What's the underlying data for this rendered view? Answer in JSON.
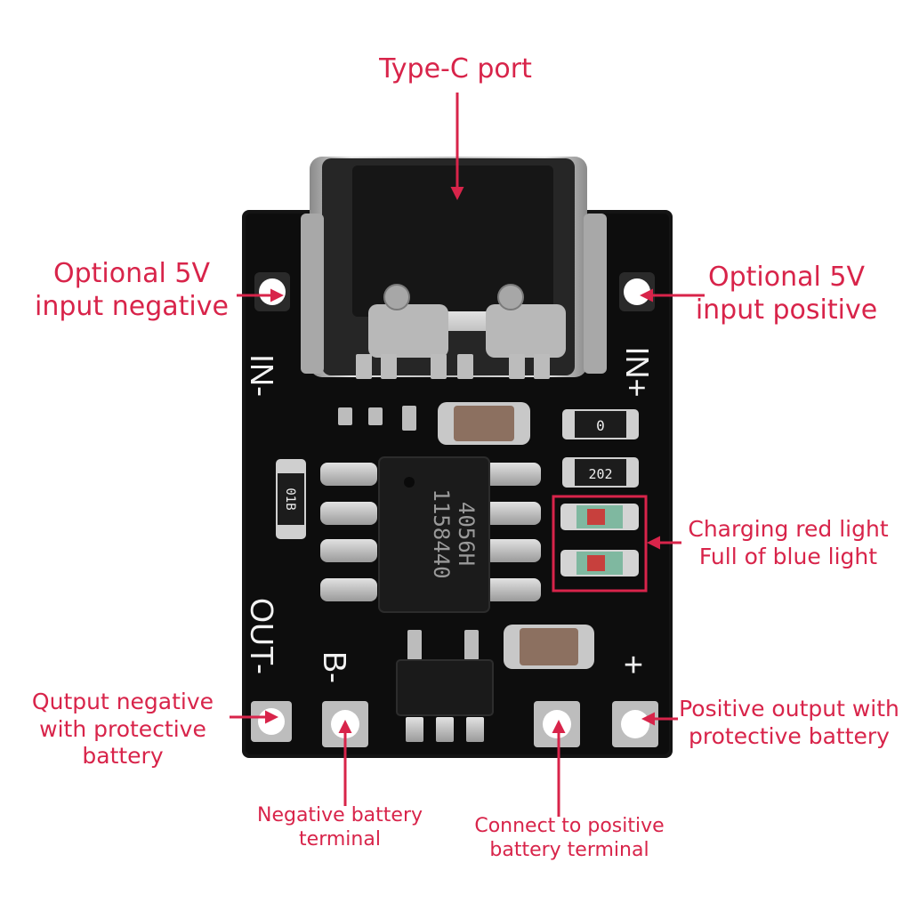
{
  "colors": {
    "annotation": "#d8244a",
    "pcb": "#111111",
    "silkscreen": "#f2f2f2",
    "metal": "#c8c8c8",
    "solder": "#b9b9b9"
  },
  "board": {
    "chip_line1": "4056H",
    "chip_line2": "1158440",
    "resistor_top": "0",
    "resistor_mid": "202",
    "resistor_left": "01B",
    "silk_in_minus": "IN-",
    "silk_in_plus": "IN+",
    "silk_out_minus": "OUT-",
    "silk_b_minus": "B-",
    "silk_plus": "+"
  },
  "annotations": {
    "type_c": "Type-C port",
    "in_neg": [
      "Optional 5V",
      "input negative"
    ],
    "in_pos": [
      "Optional 5V",
      "input positive"
    ],
    "leds": [
      "Charging red light",
      "Full of blue light"
    ],
    "out_neg": [
      "Qutput negative",
      "with protective",
      "battery"
    ],
    "out_pos": [
      "Positive output with",
      "protective battery"
    ],
    "bat_neg": [
      "Negative battery",
      "terminal"
    ],
    "bat_pos": [
      "Connect to positive",
      "battery terminal"
    ]
  }
}
